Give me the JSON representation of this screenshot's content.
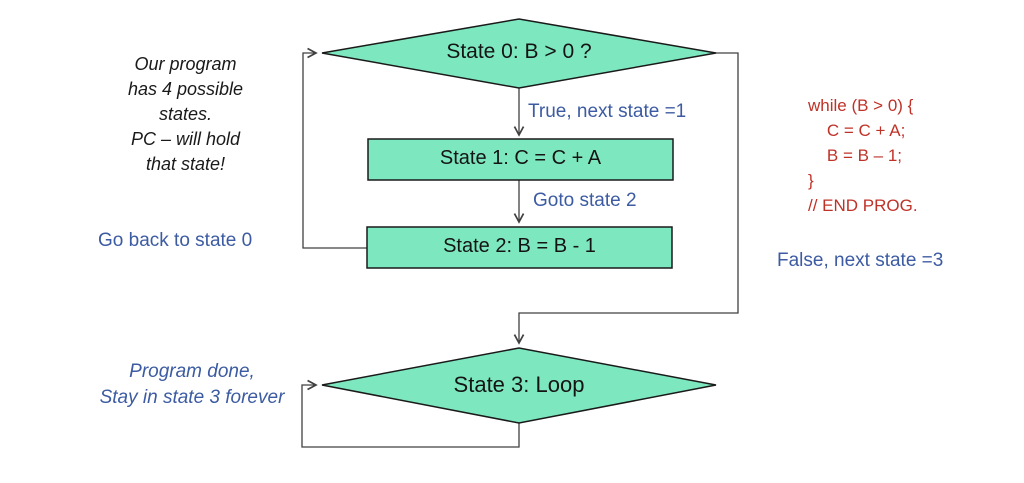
{
  "colors": {
    "shape_fill": "#7de8c0",
    "shape_stroke": "#1a1a1a",
    "connector": "#404040",
    "blue_text": "#3c5ba2",
    "red_text": "#bf3228",
    "black_text": "#1a1a1a"
  },
  "nodes": {
    "state0": "State 0: B > 0 ?",
    "state1": "State 1: C = C + A",
    "state2": "State 2: B = B - 1",
    "state3": "State 3: Loop"
  },
  "edge_labels": {
    "true_next": "True, next state =1",
    "goto_state2": "Goto state 2",
    "go_back": "Go back to state 0",
    "false_next": "False, next state =3"
  },
  "notes": {
    "top_left": "Our program\nhas 4 possible\nstates.\nPC – will hold\nthat state!",
    "bottom_left": "Program done,\nStay in state 3 forever"
  },
  "code_snippet": "while (B > 0) {\n    C = C + A;\n    B = B – 1;\n}\n// END PROG."
}
